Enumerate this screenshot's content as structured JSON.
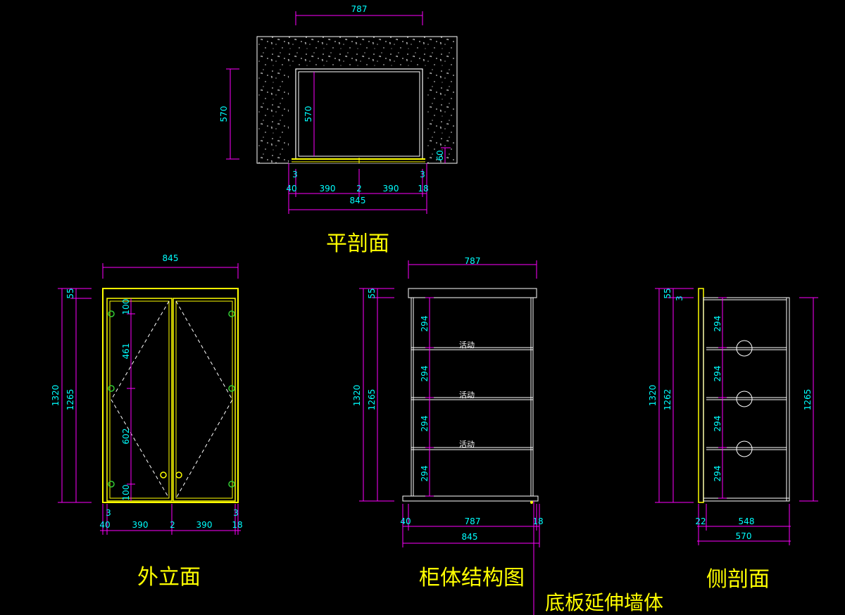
{
  "colors": {
    "background": "#000000",
    "dimension_line": "#ff00ff",
    "dimension_text": "#00ffff",
    "outline": "#ffffff",
    "panel": "#ffff00",
    "title": "#ffff00",
    "dashed": "#ffffff",
    "hinge": "#33cc33"
  },
  "plan_section": {
    "title": "平剖面",
    "top_dim": "787",
    "left_dim_outer": "570",
    "left_dim_inner": "570",
    "right_dim": "60",
    "bottom_row1": [
      "3",
      "3"
    ],
    "bottom_row2": [
      "40",
      "390",
      "2",
      "390",
      "18"
    ],
    "bottom_total": "845"
  },
  "front_elevation": {
    "title": "外立面",
    "top_dim": "845",
    "left_outer": "1320",
    "left_inner": "1265",
    "left_top": "55",
    "inner_dims": [
      "100",
      "461",
      "602",
      "100"
    ],
    "bottom_row1": [
      "3",
      "3"
    ],
    "bottom_row2": [
      "40",
      "390",
      "2",
      "390",
      "18"
    ]
  },
  "structure": {
    "title": "柜体结构图",
    "top_dim": "787",
    "left_outer": "1320",
    "left_inner": "1265",
    "left_top": "55",
    "shelf_dims": [
      "294",
      "294",
      "294",
      "294"
    ],
    "shelf_notes": [
      "活动",
      "活动",
      "活动"
    ],
    "bottom_row1": [
      "40",
      "787",
      "18"
    ],
    "bottom_total": "845",
    "callout": "底板延伸墙体"
  },
  "side_section": {
    "title": "侧剖面",
    "left_outer": "1320",
    "left_inner": "1262",
    "left_top": "55",
    "left_small": "3",
    "shelf_dims": [
      "294",
      "294",
      "294",
      "294"
    ],
    "right_dim": "1265",
    "bottom_row1": [
      "22",
      "548"
    ],
    "bottom_total": "570"
  }
}
